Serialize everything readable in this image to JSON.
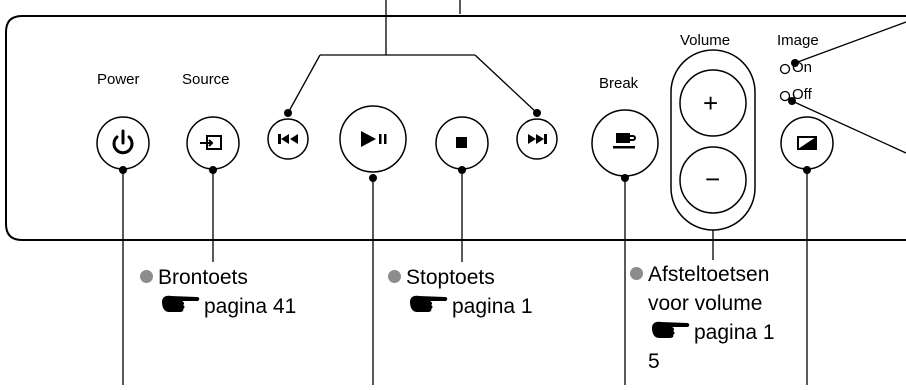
{
  "panel": {
    "labels": {
      "power": "Power",
      "source": "Source",
      "break": "Break",
      "volume": "Volume",
      "image": "Image",
      "on": "On",
      "off": "Off"
    },
    "volume_up": "+",
    "volume_down": "−"
  },
  "callouts": {
    "source": {
      "title": "Brontoets",
      "ref": "pagina 41"
    },
    "stop": {
      "title": "Stoptoets",
      "ref": "pagina 1"
    },
    "volume": {
      "title": "Afsteltoetsen",
      "line2": "voor volume",
      "ref": "pagina 1",
      "ref_cont": "5"
    }
  },
  "colors": {
    "outline": "#000000",
    "dot": "#8c8c8c",
    "panel_fill": "#ffffff"
  },
  "icons": [
    "power-icon",
    "source-icon",
    "previous-icon",
    "play-pause-icon",
    "stop-icon",
    "next-icon",
    "break-icon",
    "image-toggle-icon",
    "pointing-hand-icon"
  ]
}
